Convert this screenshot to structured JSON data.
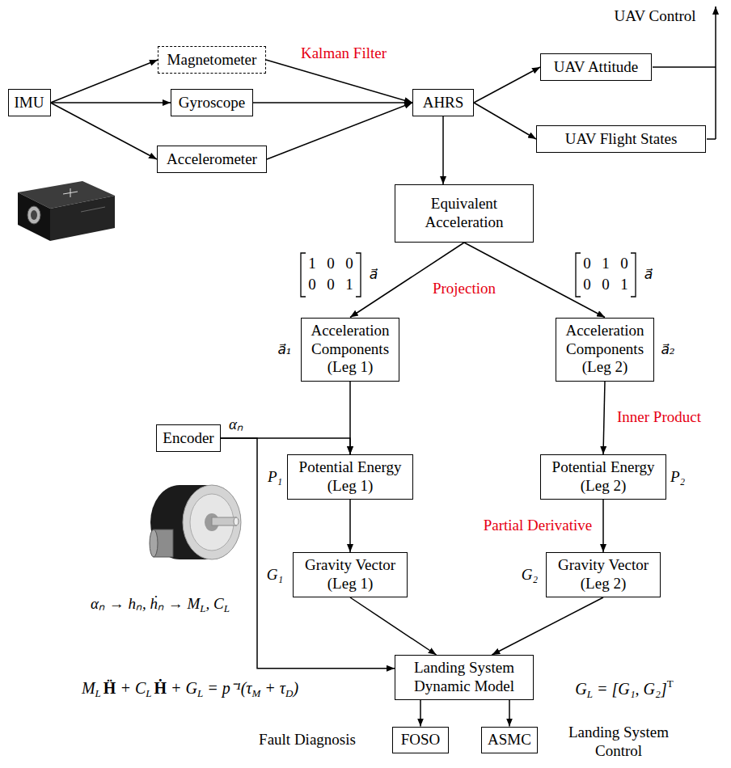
{
  "diagram": {
    "nodes": [
      {
        "text": [
          "IMU"
        ]
      },
      {
        "text": [
          "Magnetometer"
        ]
      },
      {
        "text": [
          "Gyroscope"
        ]
      },
      {
        "text": [
          "Accelerometer"
        ]
      },
      {
        "text": [
          "AHRS"
        ]
      },
      {
        "text": [
          "UAV Attitude"
        ]
      },
      {
        "text": [
          "UAV Flight States"
        ]
      },
      {
        "text": [
          "Equivalent Acceleration"
        ]
      },
      {
        "text": [
          "Acceleration Components (Leg 1)"
        ]
      },
      {
        "text": [
          "Acceleration Components (Leg 2)"
        ]
      },
      {
        "text": [
          "Encoder"
        ]
      },
      {
        "text": [
          "Potential Energy (Leg 1)"
        ]
      },
      {
        "text": [
          "Potential Energy (Leg 2)"
        ]
      },
      {
        "text": [
          "Gravity Vector (Leg 1)"
        ]
      },
      {
        "text": [
          "Gravity Vector (Leg 2)"
        ]
      },
      {
        "text": [
          "Landing System Dynamic Model"
        ]
      },
      {
        "text": [
          "FOSO"
        ]
      },
      {
        "text": [
          "ASMC"
        ]
      }
    ],
    "edges": [
      {
        "from": 0,
        "to": 1,
        "arrow": "to"
      },
      {
        "from": 0,
        "to": 2,
        "arrow": "to"
      },
      {
        "from": 0,
        "to": 3,
        "arrow": "to"
      },
      {
        "from": 1,
        "to": 4,
        "arrow": "to"
      },
      {
        "from": 2,
        "to": 4,
        "arrow": "to"
      },
      {
        "from": 3,
        "to": 4,
        "arrow": "to"
      },
      {
        "from": 4,
        "to": 5,
        "arrow": "to"
      },
      {
        "from": 4,
        "to": 6,
        "arrow": "to"
      },
      {
        "from": 4,
        "to": 7,
        "arrow": "to"
      },
      {
        "from": 7,
        "to": 8,
        "arrow": "to"
      },
      {
        "from": 7,
        "to": 9,
        "arrow": "to"
      },
      {
        "from": 8,
        "to": 11,
        "arrow": "to"
      },
      {
        "from": 10,
        "to": 11,
        "arrow": "to"
      },
      {
        "from": 10,
        "to": 15,
        "arrow": "to"
      },
      {
        "from": 9,
        "to": 12,
        "arrow": "to"
      },
      {
        "from": 11,
        "to": 13,
        "arrow": "to"
      },
      {
        "from": 12,
        "to": 14,
        "arrow": "to"
      },
      {
        "from": 13,
        "to": 15,
        "arrow": "to"
      },
      {
        "from": 14,
        "to": 15,
        "arrow": "to"
      },
      {
        "from": 15,
        "to": 16,
        "arrow": "to"
      },
      {
        "from": 15,
        "to": 17,
        "arrow": "to"
      }
    ],
    "labels": [
      "UAV Control",
      "Kalman Filter",
      "1",
      "0",
      "0",
      "0",
      "0",
      "1",
      "a⃗",
      "0",
      "1",
      "0",
      "0",
      "0",
      "1",
      "a⃗",
      "Projection",
      "a⃗₁",
      "a⃗₂",
      "Inner Product",
      "αₙ",
      "P₁",
      "P₂",
      "Partial Derivative",
      "G₁",
      "G₂",
      "αₙ → hₙ, ḣₙ → M",
      "L",
      ", C",
      "L",
      "M",
      "L",
      "Ḧ",
      "+ C",
      "L",
      "Ḣ",
      "+ G",
      "L",
      "= p⁻¹(τ",
      "M",
      "+ τ",
      "D",
      ")",
      "G",
      "L",
      "= [G₁, G₂]",
      "T",
      "Fault Diagnosis",
      "Landing System Control"
    ]
  }
}
